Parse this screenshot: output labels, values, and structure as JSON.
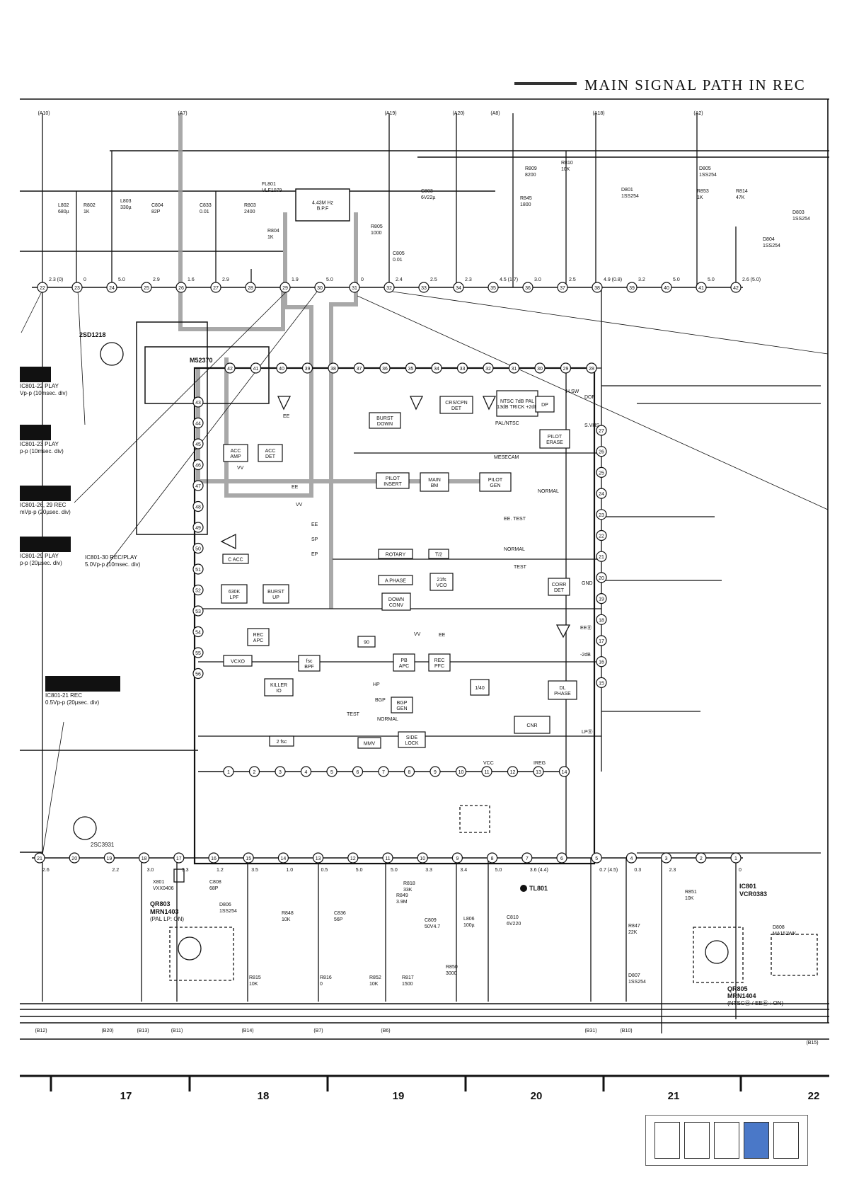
{
  "page": {
    "title": "MAIN SIGNAL PATH IN REC"
  },
  "sheet_refs_top": [
    "(A10)",
    "(A7)",
    "(A19)",
    "(A20)",
    "(A8)",
    "(A18)",
    "(A2)"
  ],
  "sheet_refs_bottom": [
    "(B12)",
    "(B20)",
    "(B13)",
    "(B11)",
    "(B14)",
    "(B7)",
    "(B6)",
    "(B31)",
    "(B10)",
    "(B15)"
  ],
  "ruler_numbers": [
    "17",
    "18",
    "19",
    "20",
    "21",
    "22"
  ],
  "upper_pins": [
    "22",
    "23",
    "24",
    "25",
    "26",
    "27",
    "28",
    "29",
    "30",
    "31",
    "32",
    "33",
    "34",
    "35",
    "36",
    "37",
    "38",
    "39",
    "40",
    "41",
    "42"
  ],
  "upper_voltages": [
    "2.3 (0)",
    "0",
    "5.0",
    "2.9",
    "1.6",
    "2.9",
    "",
    "1.9",
    "5.0",
    "0",
    "2.4",
    "2.5",
    "2.3",
    "4.5 (1.7)",
    "3.0",
    "2.5",
    "4.9 (0.8)",
    "3.2",
    "5.0",
    "5.0",
    "2.6 (5.0)"
  ],
  "lower_pins": [
    "21",
    "20",
    "19",
    "18",
    "17",
    "16",
    "15",
    "14",
    "13",
    "12",
    "11",
    "10",
    "9",
    "8",
    "7",
    "6",
    "5",
    "4",
    "3",
    "2",
    "1"
  ],
  "lower_voltages": [
    "2.6",
    "",
    "2.2",
    "3.0",
    "3.3",
    "1.2",
    "3.5",
    "1.0",
    "0.5",
    "5.0",
    "5.0",
    "3.3",
    "3.4",
    "5.0",
    "3.6 (4.4)",
    "",
    "0.7 (4.5)",
    "0.3",
    "2.3",
    "",
    "0"
  ],
  "ic_labels": {
    "m52370": "M52370",
    "ic801": "IC801",
    "vcr0383": "VCR0383",
    "tl801": "TL801",
    "q_2sd1218": "2SD1218",
    "q_2sc3931": "2SC3931",
    "qr803": "QR803",
    "qr803_part": "MRN1403",
    "qr803_note": "(PAL LP: ON)",
    "qr805": "QR805",
    "qr805_part": "MRN1404",
    "qr805_note": "(NTSCⓇ / EEⓇ : ON)"
  },
  "blocks": [
    "ACC AMP",
    "ACC DET",
    "BURST DOWN",
    "CRS/CPN DET",
    "NTSC 7dB PAL 13dB TRICK +2dB",
    "DP",
    "PILOT ERASE",
    "PILOT INSERT",
    "MAIN BM",
    "PILOT GEN",
    "ROTARY",
    "T/2",
    "A PHASE",
    "21fs VCO",
    "DOWN CONV",
    "C ACC",
    "630K LPF",
    "BURST UP",
    "REC APC",
    "90",
    "VCXO",
    "fsc BPF",
    "PB APC",
    "REC PFC",
    "KILLER IO",
    "1/40",
    "BGP GEN",
    "2 fsc",
    "MMV",
    "SIDE LOCK",
    "CNR",
    "DL PHASE",
    "CORR DET",
    "4.43M Hz B.P.F"
  ],
  "parts": [
    "FL801 VLF1079",
    "L802 680µ",
    "R802 1K",
    "L803 330µ",
    "C804 82P",
    "C833 0.01",
    "R803 2400",
    "R804 1K",
    "R805 1000",
    "C805 0.01",
    "C803 6V22µ",
    "R809 8200",
    "R810 10K",
    "R845 1800",
    "D801 1SS254",
    "D805 1SS254",
    "R853 1K",
    "R814 47K",
    "D803 1SS254",
    "D804 1SS254",
    "X801 VXX0406",
    "C808 68P",
    "D806 1SS254",
    "R848 10K",
    "C836 56P",
    "R849 3.9M",
    "R818 33K",
    "C809 50V4.7",
    "L806 100µ",
    "C810 6V220",
    "R851 10K",
    "R847 22K",
    "D807 1SS254",
    "D808 MA151WK",
    "R815 10K",
    "R816 0",
    "R852 10K",
    "R817 1500",
    "R850 3000"
  ],
  "switch_labels": [
    "EE",
    "VV",
    "EE",
    "VV",
    "EE",
    "SP",
    "EP",
    "MESECAM",
    "NORMAL",
    "EE. TEST",
    "NORMAL",
    "TEST",
    "PAL/NTSC",
    "H.SW",
    "DOF",
    "S.VHS",
    "GND",
    "EEⓇ",
    "-2dB",
    "LPⓇ",
    "TEST",
    "BGP",
    "NORMAL",
    "HP",
    "VV",
    "EE",
    "VCC",
    "IREG",
    "VCC",
    "GND"
  ],
  "waveforms": [
    {
      "label": "IC801-22 PLAY",
      "note": "Vp-p (10msec. div)"
    },
    {
      "label": "IC801-23 PLAY",
      "note": "p-p (10msec. div)"
    },
    {
      "label": "IC801-26, 29 REC",
      "note": "mVp-p (20µsec. div)"
    },
    {
      "label": "IC801-29 PLAY",
      "note": "p-p (20µsec. div)"
    },
    {
      "label": "IC801-30 REC/PLAY",
      "note": "5.0Vp-p (10msec. div)"
    },
    {
      "label": "IC801-21 REC",
      "note": "0.5Vp-p (20µsec. div)"
    }
  ],
  "pager": {
    "count": 5,
    "active_index": 3
  },
  "colors": {
    "line": "#111111",
    "accent": "#4a78c8",
    "shield": "#9a9a9a"
  }
}
